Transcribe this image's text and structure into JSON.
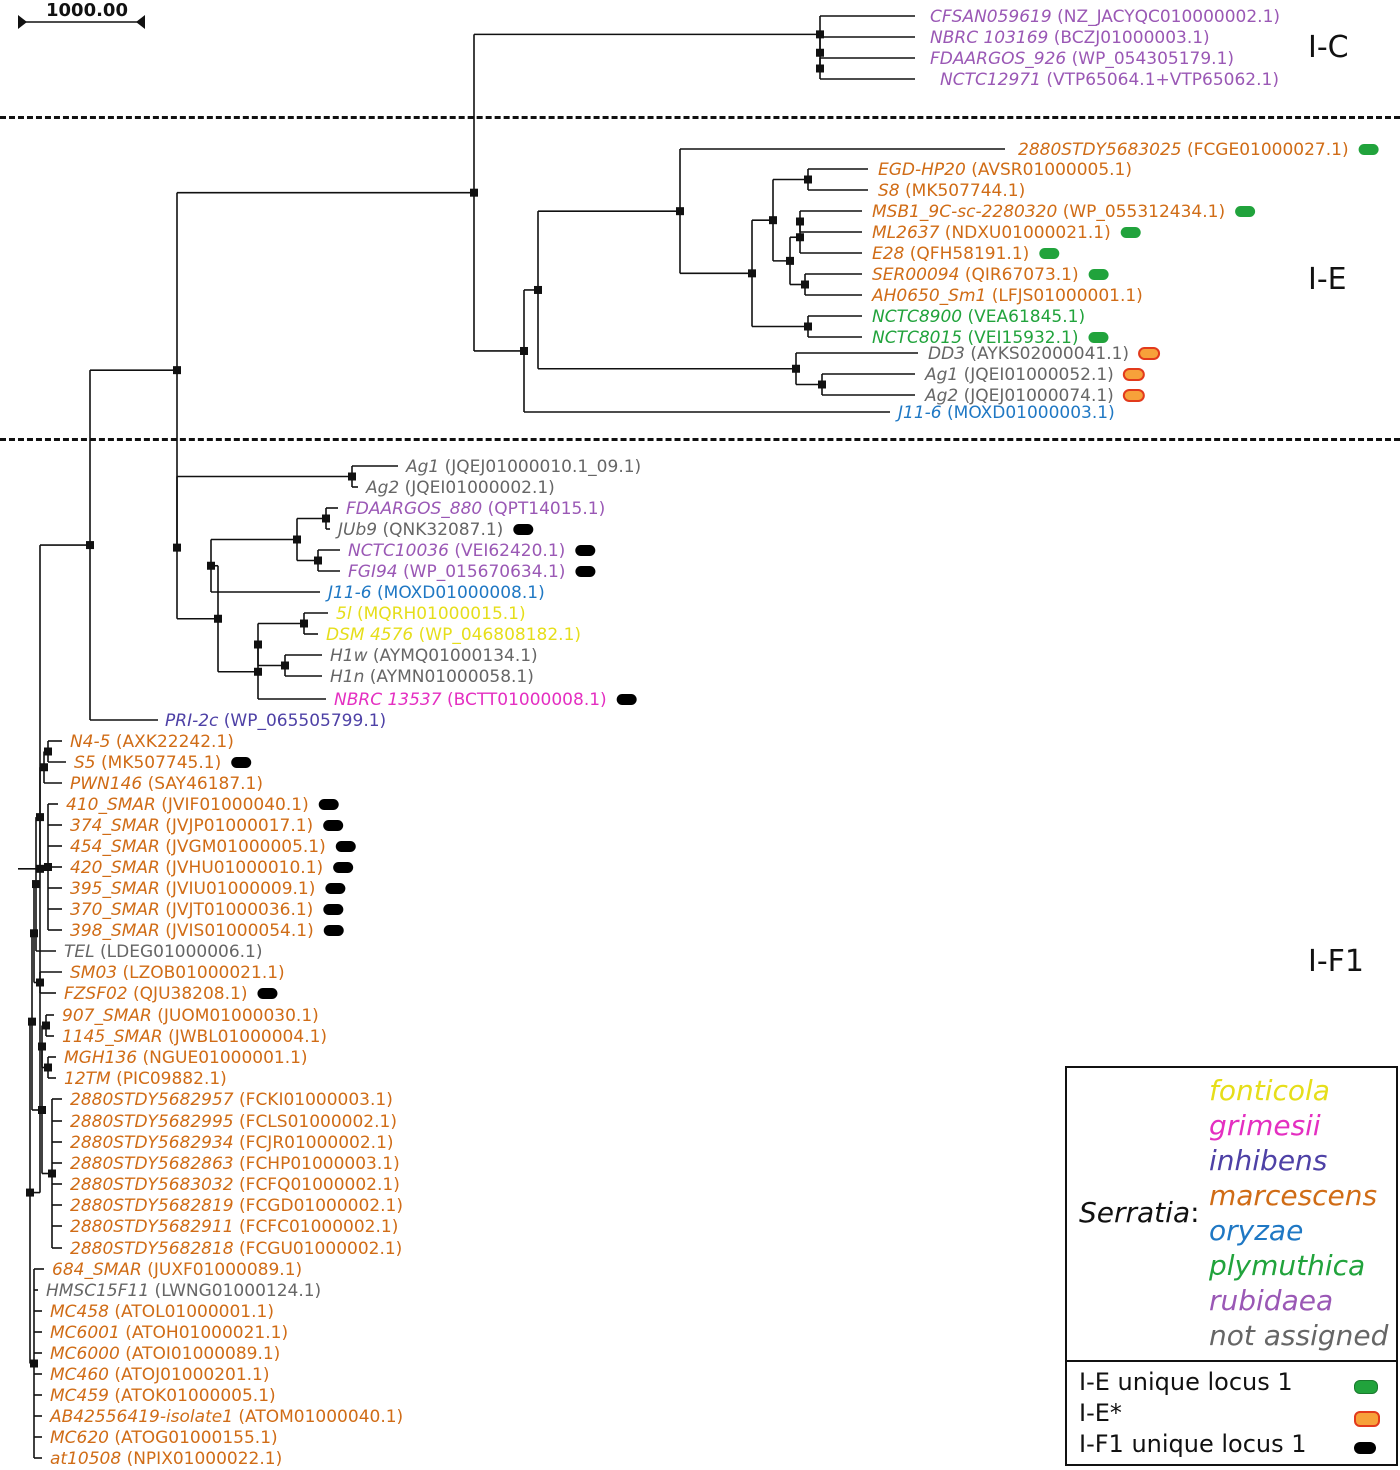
{
  "scale_bar": {
    "label": "1000.00"
  },
  "clades": {
    "ic": "I-C",
    "ie": "I-E",
    "if1": "I-F1"
  },
  "colors": {
    "fonticola": "#e6de1a",
    "grimesii": "#e42fc1",
    "inhibens": "#4e41a6",
    "marcescens": "#d06c16",
    "oryzae": "#1f78c4",
    "plymuthica": "#21a33c",
    "rubidaea": "#9a58b5",
    "not_assigned": "#666666",
    "ie_unique": "#21a33c",
    "ie_star_fill": "#f7a13a",
    "ie_star_border": "#e23a1c",
    "if1_unique": "#000000"
  },
  "legend": {
    "prefix": "Serratia",
    "prefix_colon": ":",
    "species": [
      {
        "label": "fonticola",
        "color": "#e6de1a"
      },
      {
        "label": "grimesii",
        "color": "#e42fc1"
      },
      {
        "label": "inhibens",
        "color": "#4e41a6"
      },
      {
        "label": "marcescens",
        "color": "#d06c16"
      },
      {
        "label": "oryzae",
        "color": "#1f78c4"
      },
      {
        "label": "plymuthica",
        "color": "#21a33c"
      },
      {
        "label": "rubidaea",
        "color": "#9a58b5"
      },
      {
        "label": "not assigned",
        "color": "#666666"
      }
    ],
    "markers": [
      {
        "label": "I-E unique locus 1",
        "type": "ie"
      },
      {
        "label": "I-E*",
        "type": "star"
      },
      {
        "label": "I-F1 unique locus 1",
        "type": "if1"
      }
    ]
  },
  "leaves": [
    {
      "id": "CFSAN059619",
      "name": "CFSAN059619",
      "acc": "(NZ_JACYQC010000002.1)",
      "sp": "rubidaea"
    },
    {
      "id": "NBRC103169",
      "name": "NBRC 103169",
      "acc": "(BCZJ01000003.1)",
      "sp": "rubidaea"
    },
    {
      "id": "FDAARGOS926",
      "name": "FDAARGOS_926",
      "acc": "(WP_054305179.1)",
      "sp": "rubidaea"
    },
    {
      "id": "NCTC12971",
      "name": "NCTC12971",
      "acc": "(VTP65064.1+VTP65062.1)",
      "sp": "rubidaea"
    },
    {
      "id": "2880STDY5683025",
      "name": "2880STDY5683025",
      "acc": "(FCGE01000027.1)",
      "sp": "marcescens",
      "marker": "ie"
    },
    {
      "id": "EGDHP20",
      "name": "EGD-HP20",
      "acc": "(AVSR01000005.1)",
      "sp": "marcescens"
    },
    {
      "id": "S8",
      "name": "S8",
      "acc": "(MK507744.1)",
      "sp": "marcescens"
    },
    {
      "id": "MSB1",
      "name": "MSB1_9C-sc-2280320",
      "acc": "(WP_055312434.1)",
      "sp": "marcescens",
      "marker": "ie"
    },
    {
      "id": "ML2637",
      "name": "ML2637",
      "acc": "(NDXU01000021.1)",
      "sp": "marcescens",
      "marker": "ie"
    },
    {
      "id": "E28",
      "name": "E28",
      "acc": "(QFH58191.1)",
      "sp": "marcescens",
      "marker": "ie"
    },
    {
      "id": "SER00094",
      "name": "SER00094",
      "acc": "(QIR67073.1)",
      "sp": "marcescens",
      "marker": "ie"
    },
    {
      "id": "AH0650",
      "name": "AH0650_Sm1",
      "acc": "(LFJS01000001.1)",
      "sp": "marcescens"
    },
    {
      "id": "NCTC8900",
      "name": "NCTC8900",
      "acc": "(VEA61845.1)",
      "sp": "plymuthica"
    },
    {
      "id": "NCTC8015",
      "name": "NCTC8015",
      "acc": "(VEI15932.1)",
      "sp": "plymuthica",
      "marker": "ie"
    },
    {
      "id": "DD3",
      "name": "DD3",
      "acc": "(AYKS02000041.1)",
      "sp": "not_assigned",
      "marker": "star"
    },
    {
      "id": "Ag1e",
      "name": "Ag1",
      "acc": "(JQEI01000052.1)",
      "sp": "not_assigned",
      "marker": "star"
    },
    {
      "id": "Ag2e",
      "name": "Ag2",
      "acc": "(JQEJ01000074.1)",
      "sp": "not_assigned",
      "marker": "star"
    },
    {
      "id": "J116e",
      "name": "J11-6",
      "acc": "(MOXD01000003.1)",
      "sp": "oryzae"
    },
    {
      "id": "Ag1f",
      "name": "Ag1",
      "acc": "(JQEJ01000010.1_09.1)",
      "sp": "not_assigned"
    },
    {
      "id": "Ag2f",
      "name": "Ag2",
      "acc": "(JQEI01000002.1)",
      "sp": "not_assigned"
    },
    {
      "id": "FDAARGOS880",
      "name": "FDAARGOS_880",
      "acc": "(QPT14015.1)",
      "sp": "rubidaea"
    },
    {
      "id": "JUb9",
      "name": "JUb9",
      "acc": "(QNK32087.1)",
      "sp": "not_assigned",
      "marker": "if1"
    },
    {
      "id": "NCTC10036",
      "name": "NCTC10036",
      "acc": "(VEI62420.1)",
      "sp": "rubidaea",
      "marker": "if1"
    },
    {
      "id": "FGI94",
      "name": "FGI94",
      "acc": "(WP_015670634.1)",
      "sp": "rubidaea",
      "marker": "if1"
    },
    {
      "id": "J116f",
      "name": "J11-6",
      "acc": "(MOXD01000008.1)",
      "sp": "oryzae"
    },
    {
      "id": "5l",
      "name": "5l",
      "acc": "(MQRH01000015.1)",
      "sp": "fonticola"
    },
    {
      "id": "DSM4576",
      "name": "DSM 4576",
      "acc": "(WP_046808182.1)",
      "sp": "fonticola"
    },
    {
      "id": "H1w",
      "name": "H1w",
      "acc": "(AYMQ01000134.1)",
      "sp": "not_assigned"
    },
    {
      "id": "H1n",
      "name": "H1n",
      "acc": "(AYMN01000058.1)",
      "sp": "not_assigned"
    },
    {
      "id": "NBRC13537",
      "name": "NBRC 13537",
      "acc": "(BCTT01000008.1)",
      "sp": "grimesii",
      "marker": "if1"
    },
    {
      "id": "PRI2c",
      "name": "PRI-2c",
      "acc": "(WP_065505799.1)",
      "sp": "inhibens"
    },
    {
      "id": "N45",
      "name": "N4-5",
      "acc": "(AXK22242.1)",
      "sp": "marcescens"
    },
    {
      "id": "S5",
      "name": "S5",
      "acc": "(MK507745.1)",
      "sp": "marcescens",
      "marker": "if1"
    },
    {
      "id": "PWN146",
      "name": "PWN146",
      "acc": "(SAY46187.1)",
      "sp": "marcescens"
    },
    {
      "id": "410SMAR",
      "name": "410_SMAR",
      "acc": "(JVIF01000040.1)",
      "sp": "marcescens",
      "marker": "if1"
    },
    {
      "id": "374SMAR",
      "name": "374_SMAR",
      "acc": "(JVJP01000017.1)",
      "sp": "marcescens",
      "marker": "if1"
    },
    {
      "id": "454SMAR",
      "name": "454_SMAR",
      "acc": "(JVGM01000005.1)",
      "sp": "marcescens",
      "marker": "if1"
    },
    {
      "id": "420SMAR",
      "name": "420_SMAR",
      "acc": "(JVHU01000010.1)",
      "sp": "marcescens",
      "marker": "if1"
    },
    {
      "id": "395SMAR",
      "name": "395_SMAR",
      "acc": "(JVIU01000009.1)",
      "sp": "marcescens",
      "marker": "if1"
    },
    {
      "id": "370SMAR",
      "name": "370_SMAR",
      "acc": "(JVJT01000036.1)",
      "sp": "marcescens",
      "marker": "if1"
    },
    {
      "id": "398SMAR",
      "name": "398_SMAR",
      "acc": "(JVIS01000054.1)",
      "sp": "marcescens",
      "marker": "if1"
    },
    {
      "id": "TEL",
      "name": "TEL",
      "acc": "(LDEG01000006.1)",
      "sp": "not_assigned"
    },
    {
      "id": "SM03",
      "name": "SM03",
      "acc": "(LZOB01000021.1)",
      "sp": "marcescens"
    },
    {
      "id": "FZSF02",
      "name": "FZSF02",
      "acc": "(QJU38208.1)",
      "sp": "marcescens",
      "marker": "if1"
    },
    {
      "id": "907SMAR",
      "name": "907_SMAR",
      "acc": "(JUOM01000030.1)",
      "sp": "marcescens"
    },
    {
      "id": "1145SMAR",
      "name": "1145_SMAR",
      "acc": "(JWBL01000004.1)",
      "sp": "marcescens"
    },
    {
      "id": "MGH136",
      "name": "MGH136",
      "acc": "(NGUE01000001.1)",
      "sp": "marcescens"
    },
    {
      "id": "12TM",
      "name": "12TM",
      "acc": "(PIC09882.1)",
      "sp": "marcescens"
    },
    {
      "id": "S2957",
      "name": "2880STDY5682957",
      "acc": "(FCKI01000003.1)",
      "sp": "marcescens"
    },
    {
      "id": "S2995",
      "name": "2880STDY5682995",
      "acc": "(FCLS01000002.1)",
      "sp": "marcescens"
    },
    {
      "id": "S2934",
      "name": "2880STDY5682934",
      "acc": "(FCJR01000002.1)",
      "sp": "marcescens"
    },
    {
      "id": "S2863",
      "name": "2880STDY5682863",
      "acc": "(FCHP01000003.1)",
      "sp": "marcescens"
    },
    {
      "id": "S3032",
      "name": "2880STDY5683032",
      "acc": "(FCFQ01000002.1)",
      "sp": "marcescens"
    },
    {
      "id": "S2819",
      "name": "2880STDY5682819",
      "acc": "(FCGD01000002.1)",
      "sp": "marcescens"
    },
    {
      "id": "S2911",
      "name": "2880STDY5682911",
      "acc": "(FCFC01000002.1)",
      "sp": "marcescens"
    },
    {
      "id": "S2818",
      "name": "2880STDY5682818",
      "acc": "(FCGU01000002.1)",
      "sp": "marcescens"
    },
    {
      "id": "684SMAR",
      "name": "684_SMAR",
      "acc": "(JUXF01000089.1)",
      "sp": "marcescens"
    },
    {
      "id": "HMSC15F11",
      "name": "HMSC15F11",
      "acc": "(LWNG01000124.1)",
      "sp": "not_assigned"
    },
    {
      "id": "MC458",
      "name": "MC458",
      "acc": "(ATOL01000001.1)",
      "sp": "marcescens"
    },
    {
      "id": "MC6001",
      "name": "MC6001",
      "acc": "(ATOH01000021.1)",
      "sp": "marcescens"
    },
    {
      "id": "MC6000",
      "name": "MC6000",
      "acc": "(ATOI01000089.1)",
      "sp": "marcescens"
    },
    {
      "id": "MC460",
      "name": "MC460",
      "acc": "(ATOJ01000201.1)",
      "sp": "marcescens"
    },
    {
      "id": "MC459",
      "name": "MC459",
      "acc": "(ATOK01000005.1)",
      "sp": "marcescens"
    },
    {
      "id": "AB42556419",
      "name": "AB42556419-isolate1",
      "acc": "(ATOM01000040.1)",
      "sp": "marcescens"
    },
    {
      "id": "MC620",
      "name": "MC620",
      "acc": "(ATOG01000155.1)",
      "sp": "marcescens"
    },
    {
      "id": "at10508",
      "name": "at10508",
      "acc": "(NPIX01000022.1)",
      "sp": "marcescens"
    }
  ]
}
